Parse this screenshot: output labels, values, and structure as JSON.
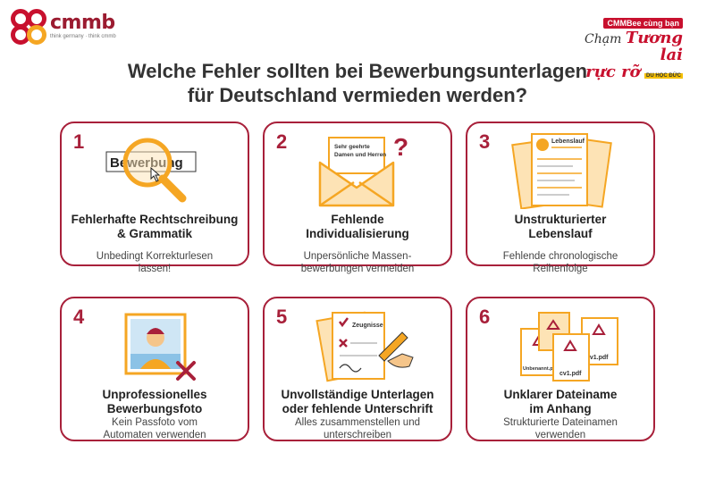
{
  "brand": {
    "name": "cmmb",
    "tagline": "think germany · think cmmb"
  },
  "slogan": {
    "top": "CMMBee cùng bạn",
    "script": "Chạm",
    "big1": "Tương lai",
    "big2": "rực rỡ",
    "small": "DU HỌC ĐỨC"
  },
  "title": {
    "line1": "Welche Fehler sollten bei Bewerbungsunterlagen",
    "line2": "für Deutschland vermieden werden?"
  },
  "cards": [
    {
      "number": "1",
      "title1": "Fehlerhafte Rechtschreibung",
      "title2": "& Grammatik",
      "sub1": "Unbedingt Korrekturlesen",
      "sub2": "lassen!",
      "word": "Bewerbung"
    },
    {
      "number": "2",
      "title1": "Fehlende",
      "title2": "Individualisierung",
      "sub1": "Unpersönliche Massen-",
      "sub2": "bewerbungen vermeiden",
      "letter1": "Sehr geehrte",
      "letter2": "Damen und Herren"
    },
    {
      "number": "3",
      "title1": "Unstrukturierter",
      "title2": "Lebenslauf",
      "sub1": "Fehlende chronologische",
      "sub2": "Reihenfolge",
      "doc_title": "Lebenslauf"
    },
    {
      "number": "4",
      "title1": "Unprofessionelles",
      "title2": "Bewerbungsfoto",
      "sub1": "Kein Passfoto vom",
      "sub2": "Automaten verwenden"
    },
    {
      "number": "5",
      "title1": "Unvollständige Unterlagen",
      "title2": "oder fehlende Unterschrift",
      "sub1": "Alles zusammenstellen und",
      "sub2": "unterschreiben",
      "doc_label": "Zeugnisse"
    },
    {
      "number": "6",
      "title1": "Unklarer Dateiname",
      "title2": "im Anhang",
      "sub1": "Strukturierte Dateinamen",
      "sub2": "verwenden",
      "file1": "Unbenannt.pdf",
      "file2": "cv1.pdf",
      "file3": "cv1.pdf"
    }
  ],
  "colors": {
    "accent": "#a8203a",
    "icon_fill": "#f5a623",
    "icon_light": "#fde3b5"
  }
}
